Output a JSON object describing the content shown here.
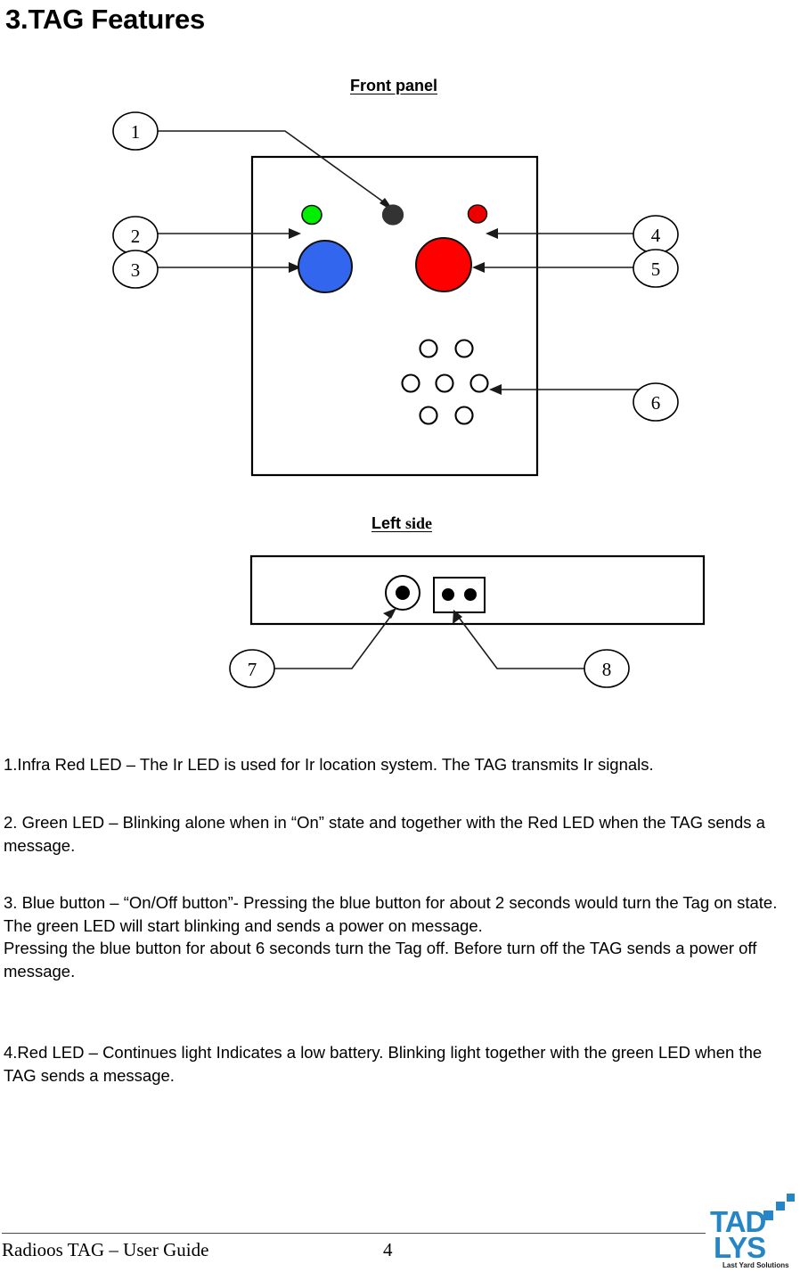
{
  "document": {
    "title": "3.TAG Features"
  },
  "figures": {
    "front": {
      "caption": "Front panel",
      "callouts": [
        "1",
        "2",
        "3",
        "4",
        "5",
        "6"
      ],
      "parts": {
        "ir_led": "infra-red-led",
        "green_led": "green-led",
        "red_led": "red-led",
        "blue_button": "blue-button",
        "red_button": "red-button",
        "speaker": "speaker-holes"
      },
      "colors": {
        "green_led": "#00ee00",
        "ir_led": "#333333",
        "red_led": "#ee0000",
        "blue_button": "#3366ee",
        "red_button": "#fe0000",
        "outline": "#000000"
      }
    },
    "left": {
      "caption_word_a": "Left",
      "caption_word_b": "side",
      "callouts": [
        "7",
        "8"
      ],
      "parts": {
        "round_connector": "round-connector",
        "pin_connector": "two-pin-connector"
      }
    }
  },
  "body": {
    "paragraph_1": "1.Infra Red LED – The Ir LED is used for Ir location system. The TAG transmits Ir signals.",
    "paragraph_2": "2. Green LED – Blinking alone when in  “On” state and together with the Red LED when the TAG sends a message.",
    "paragraph_3_a": "3. Blue button – “On/Off button”- Pressing the blue button for about 2 seconds would turn the Tag on state. The green LED will start blinking and sends a power on message.",
    "paragraph_3_b": "Pressing the blue button for about 6 seconds turn the Tag off. Before turn off the TAG sends a power off message.",
    "paragraph_4": "4.Red LED – Continues light Indicates a low battery. Blinking light together with the green LED when the TAG sends a message."
  },
  "footer": {
    "left_text": "Radioos TAG – User Guide",
    "page_number": "4",
    "logo": {
      "line1": "TAD",
      "line2": "LYS",
      "tagline": "Last Yard Solutions",
      "color": "#2686c5"
    }
  }
}
